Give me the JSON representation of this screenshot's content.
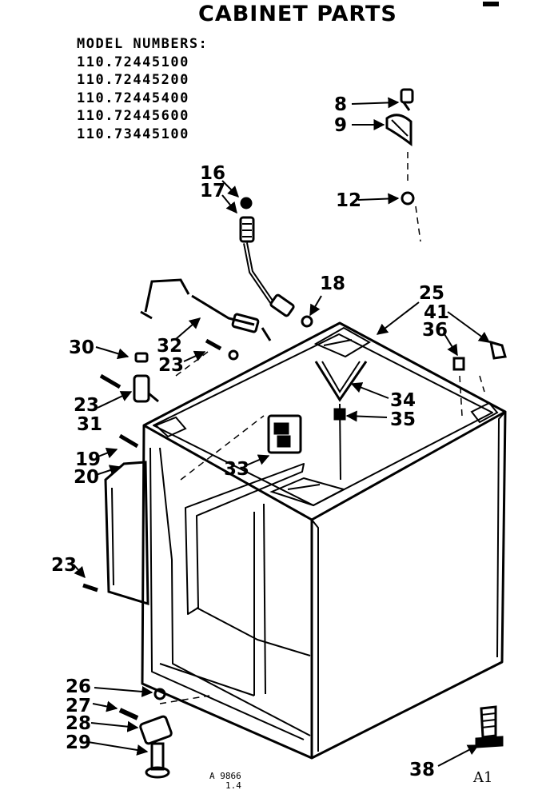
{
  "title": "CABINET PARTS",
  "model_header": "MODEL NUMBERS:",
  "models": [
    "110.72445100",
    "110.72445200",
    "110.72445400",
    "110.72445600",
    "110.73445100"
  ],
  "part_labels": [
    "8",
    "9",
    "12",
    "16",
    "17",
    "18",
    "25",
    "41",
    "36",
    "30",
    "32",
    "23",
    "23",
    "31",
    "34",
    "35",
    "19",
    "20",
    "33",
    "23",
    "26",
    "27",
    "28",
    "29",
    "38"
  ],
  "footer_code": "A 9866",
  "footer_sub": "1.4",
  "corner_mark": "A1"
}
